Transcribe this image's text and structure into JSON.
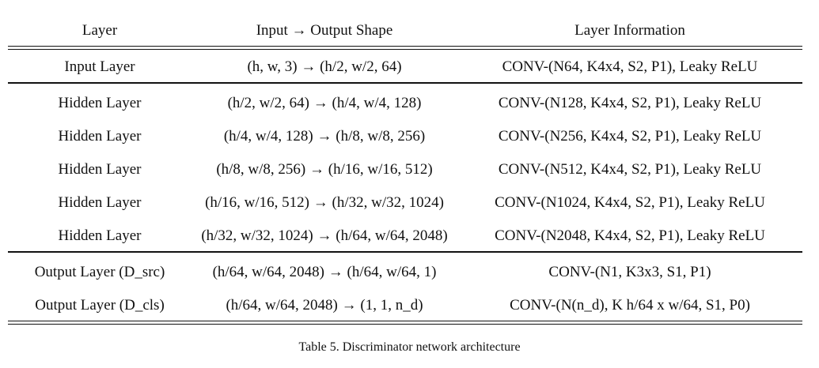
{
  "table": {
    "headers": {
      "layer": "Layer",
      "shape": "Input → Output Shape",
      "info": "Layer Information"
    },
    "rows": [
      {
        "layer": "Input Layer",
        "shape": "(h, w, 3) → (h/2, w/2, 64)",
        "info": "CONV-(N64, K4x4, S2, P1), Leaky ReLU"
      },
      {
        "layer": "Hidden Layer",
        "shape": "(h/2, w/2, 64) → (h/4, w/4, 128)",
        "info": "CONV-(N128, K4x4, S2, P1), Leaky ReLU"
      },
      {
        "layer": "Hidden Layer",
        "shape": "(h/4, w/4, 128) → (h/8, w/8, 256)",
        "info": "CONV-(N256, K4x4, S2, P1), Leaky ReLU"
      },
      {
        "layer": "Hidden Layer",
        "shape": "(h/8, w/8, 256) → (h/16, w/16, 512)",
        "info": "CONV-(N512, K4x4, S2, P1), Leaky ReLU"
      },
      {
        "layer": "Hidden Layer",
        "shape": "(h/16, w/16, 512) → (h/32, w/32, 1024)",
        "info": "CONV-(N1024, K4x4, S2, P1), Leaky ReLU"
      },
      {
        "layer": "Hidden Layer",
        "shape": "(h/32, w/32, 1024) → (h/64, w/64, 2048)",
        "info": "CONV-(N2048, K4x4, S2, P1), Leaky ReLU"
      },
      {
        "layer": "Output Layer (D_src)",
        "shape": "(h/64, w/64, 2048) → (h/64, w/64, 1)",
        "info": "CONV-(N1, K3x3, S1, P1)"
      },
      {
        "layer": "Output Layer (D_cls)",
        "shape": "(h/64, w/64, 2048) → (1, 1, n_d)",
        "info": "CONV-(N(n_d), K h/64 x w/64, S1, P0)"
      }
    ]
  },
  "caption": "Table 5. Discriminator network architecture"
}
